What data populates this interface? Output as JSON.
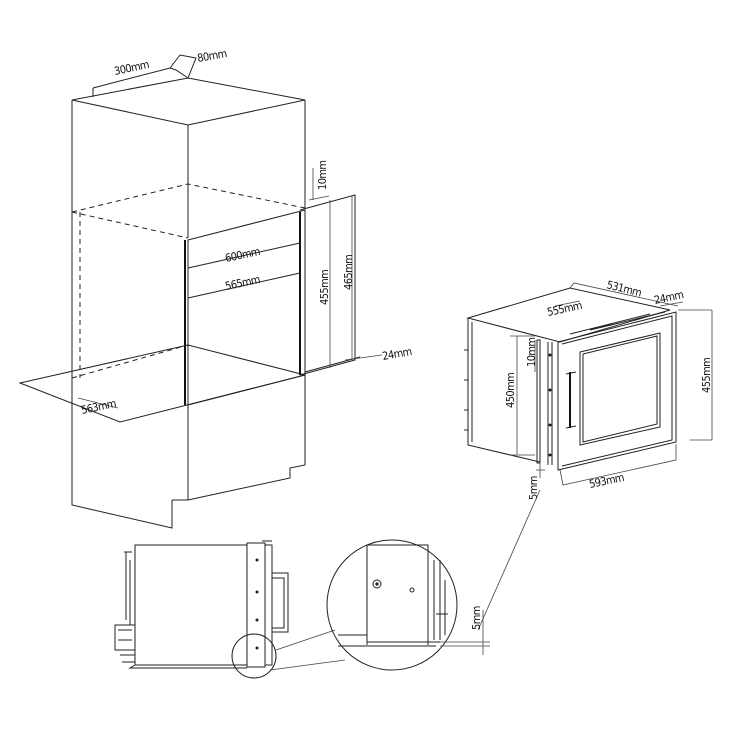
{
  "dimensions": {
    "cabinet_vent_width": "300mm",
    "cabinet_vent_depth": "80mm",
    "cutout_top_gap": "10mm",
    "cutout_width": "600mm",
    "cutout_inner_width": "565mm",
    "cutout_height_inner": "455mm",
    "cutout_height_outer": "465mm",
    "panel_thickness": "24mm",
    "cabinet_depth": "563mm",
    "unit_depth": "531mm",
    "unit_body_depth": "555mm",
    "door_thickness": "24mm",
    "unit_height_outer": "455mm",
    "unit_height_body": "450mm",
    "unit_top_gap": "10mm",
    "unit_width": "593mm",
    "bottom_gap": "5mm",
    "detail_gap": "5mm"
  }
}
